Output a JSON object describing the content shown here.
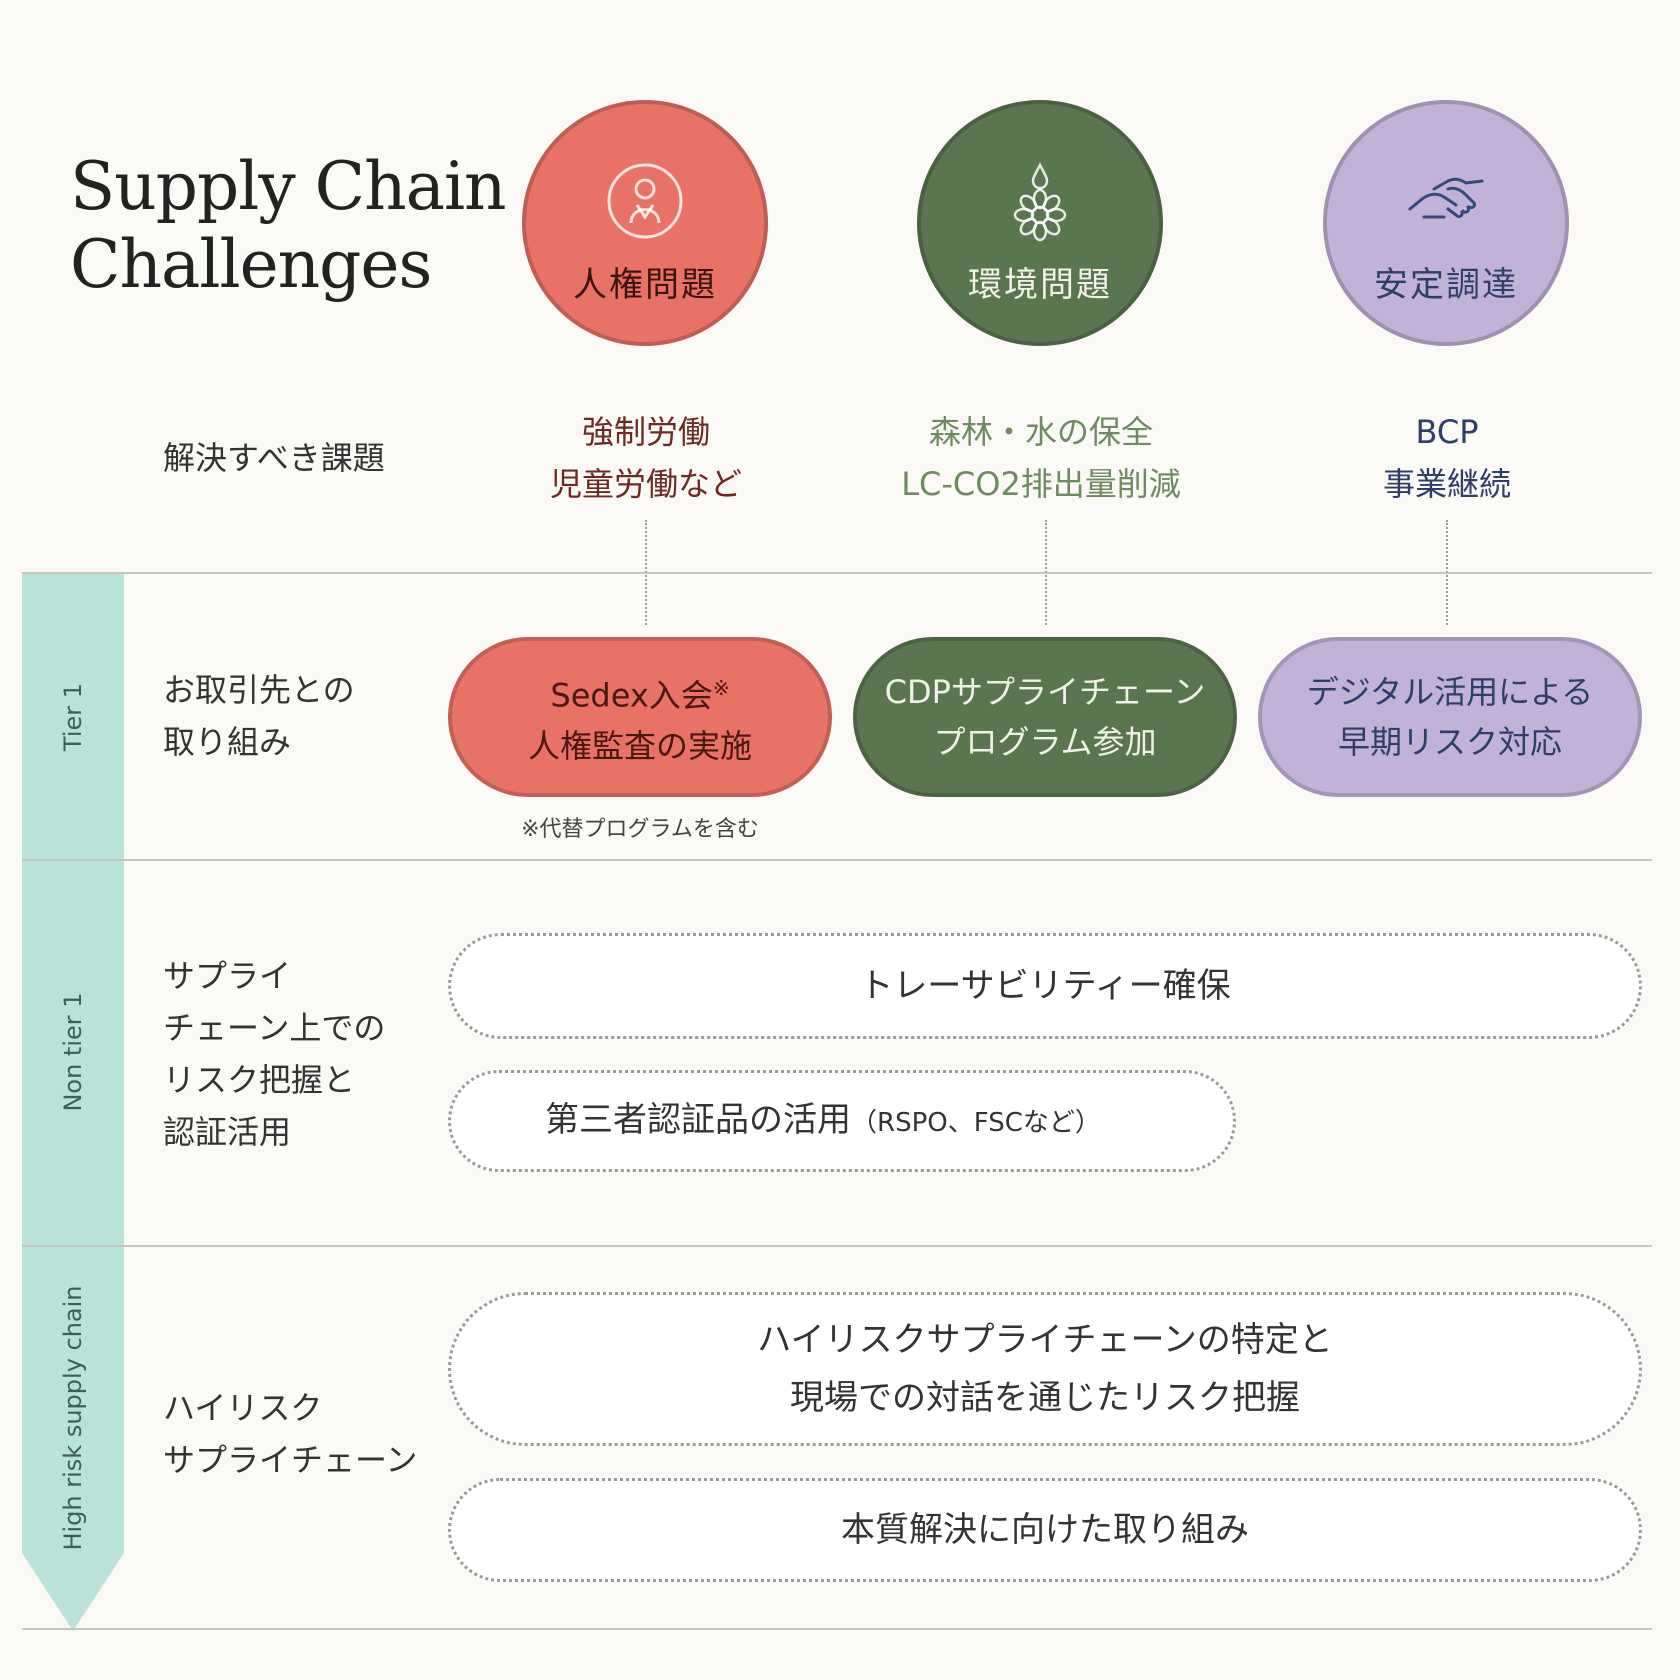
{
  "title": {
    "line1": "Supply Chain",
    "line2": "Challenges"
  },
  "categories": [
    {
      "label": "人権問題",
      "icon": "person-icon",
      "color": "#e87266",
      "issue_line1": "強制労働",
      "issue_line2": "児童労働など",
      "issue_color": "#6b2a22",
      "tier1_line1": "Sedex入会",
      "tier1_mark": "※",
      "tier1_line2": "人権監査の実施",
      "tier1_text_color": "#4a1712",
      "footnote": "※代替プログラムを含む"
    },
    {
      "label": "環境問題",
      "icon": "flower-water-icon",
      "color": "#5a7650",
      "issue_line1": "森林・水の保全",
      "issue_line2": "LC-CO2排出量削減",
      "issue_color": "#6e8a60",
      "tier1_line1": "CDPサプライチェーン",
      "tier1_line2": "プログラム参加",
      "tier1_text_color": "#eef2e8"
    },
    {
      "label": "安定調達",
      "icon": "handshake-icon",
      "color": "#c3b2d8",
      "issue_line1": "BCP",
      "issue_line2": "事業継続",
      "issue_color": "#2e3e66",
      "tier1_line1": "デジタル活用による",
      "tier1_line2": "早期リスク対応",
      "tier1_text_color": "#2e3e66"
    }
  ],
  "issues_row_label": "解決すべき課題",
  "tiers": [
    {
      "sidebar": "Tier 1",
      "label_lines": [
        "お取引先との",
        "取り組み"
      ]
    },
    {
      "sidebar": "Non tier 1",
      "label_lines": [
        "サプライ",
        "チェーン上での",
        "リスク把握と",
        "認証活用"
      ],
      "items": [
        {
          "text": "トレーサビリティー確保"
        },
        {
          "text": "第三者認証品の活用",
          "suffix": "（RSPO、FSCなど）"
        }
      ]
    },
    {
      "sidebar": "High risk supply chain",
      "label_lines": [
        "ハイリスク",
        "サプライチェーン"
      ],
      "items": [
        {
          "line1": "ハイリスクサプライチェーンの特定と",
          "line2": "現場での対話を通じたリスク把握"
        },
        {
          "text": "本質解決に向けた取り組み"
        }
      ]
    }
  ],
  "colors": {
    "sidebar": "#b9e2d8",
    "background": "#faf9f5"
  }
}
